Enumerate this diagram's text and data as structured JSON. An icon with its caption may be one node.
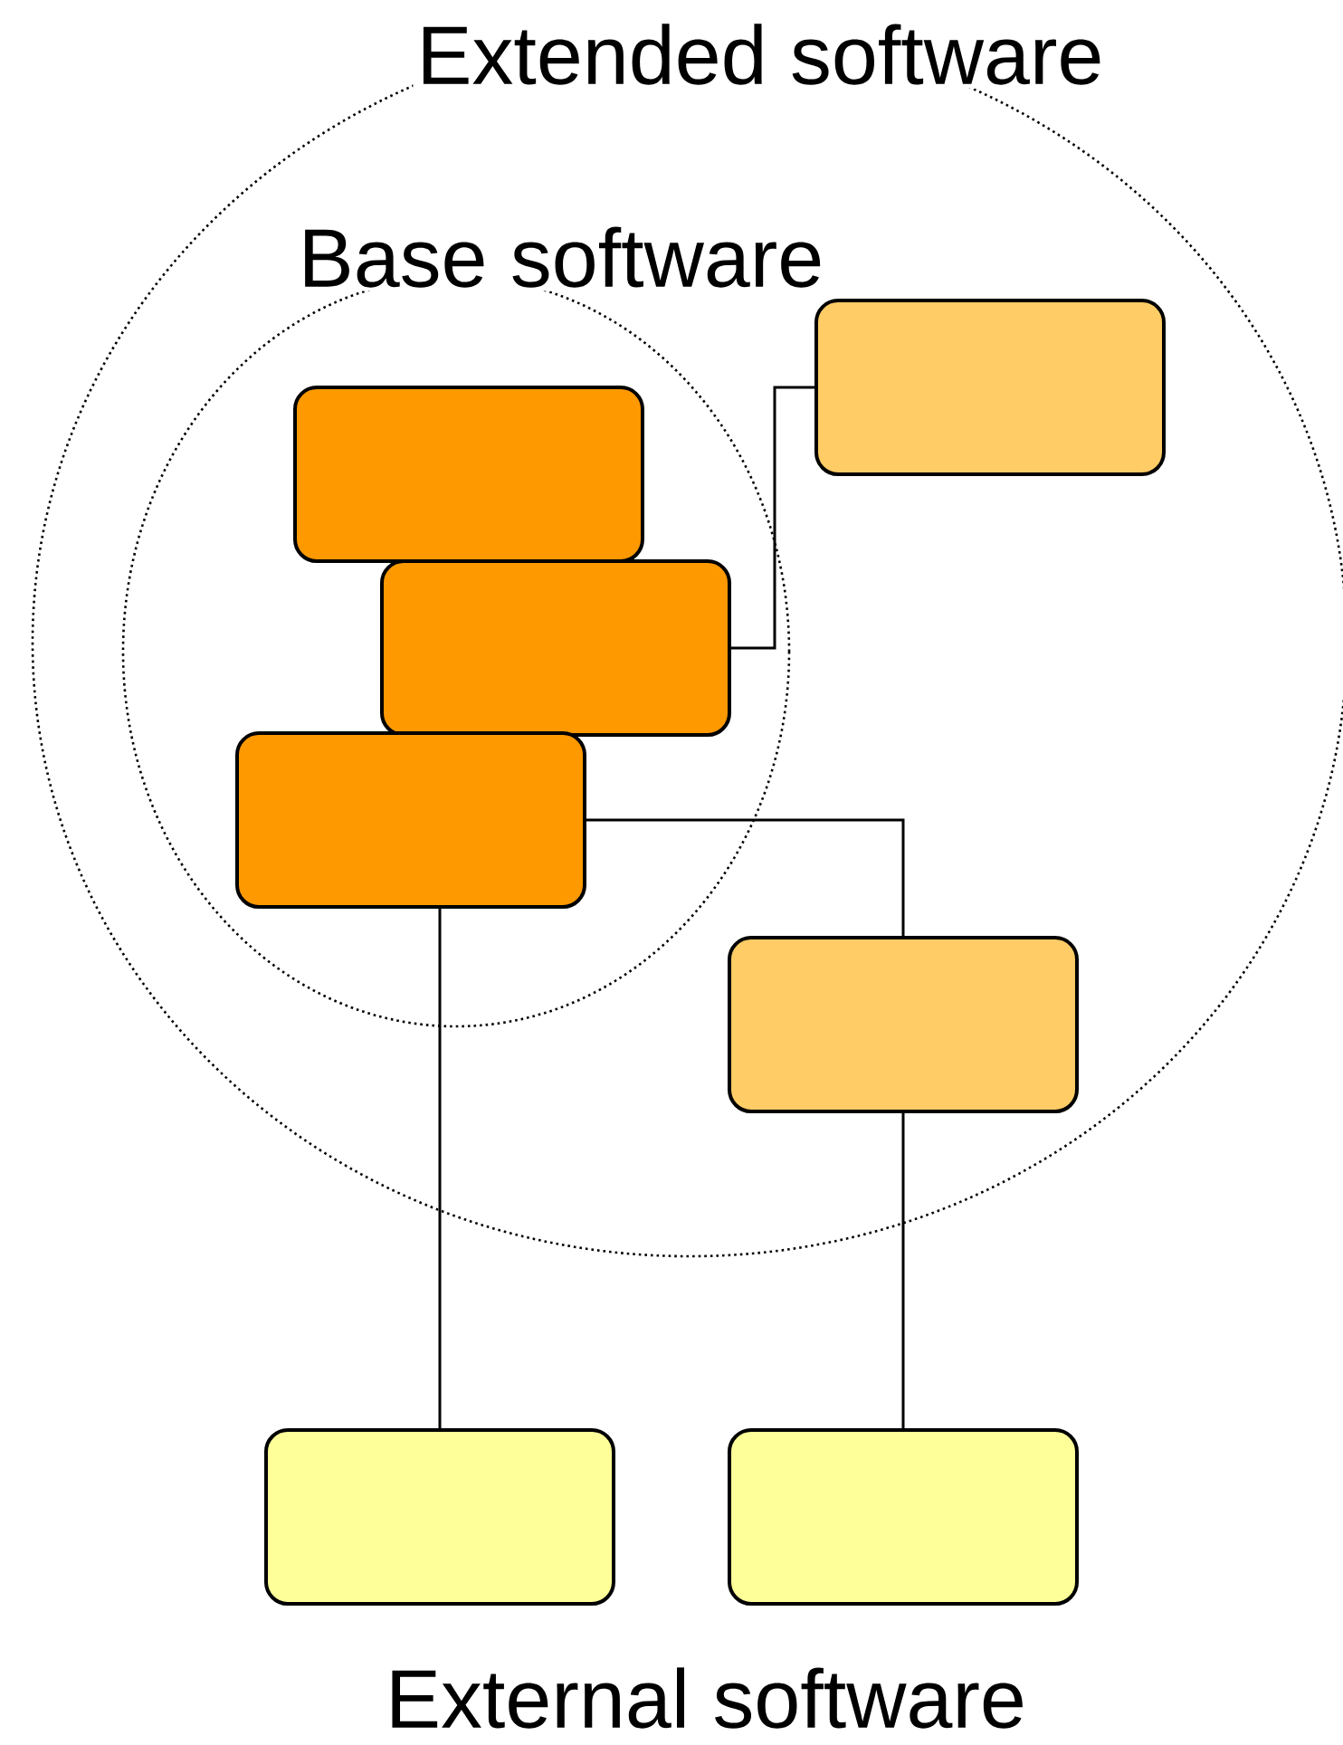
{
  "diagram": {
    "nodes": [
      {
        "text": [
          "Extended software"
        ]
      },
      {
        "text": [
          "Base software"
        ],
        "in": 0
      },
      {
        "text": [],
        "shape": "box",
        "in": 1
      },
      {
        "text": [],
        "shape": "box",
        "in": 1
      },
      {
        "text": [],
        "shape": "box",
        "in": 1
      },
      {
        "text": [],
        "shape": "box",
        "in": 0
      },
      {
        "text": [],
        "shape": "box",
        "in": 0
      },
      {
        "text": [],
        "shape": "box"
      },
      {
        "text": [],
        "shape": "box"
      }
    ],
    "edges": [
      {
        "from": 3,
        "to": 5,
        "arrow": "none"
      },
      {
        "from": 4,
        "to": 6,
        "arrow": "none"
      },
      {
        "from": 4,
        "to": 7,
        "arrow": "none"
      },
      {
        "from": 6,
        "to": 8,
        "arrow": "none"
      }
    ],
    "labels": [
      "External software"
    ]
  }
}
